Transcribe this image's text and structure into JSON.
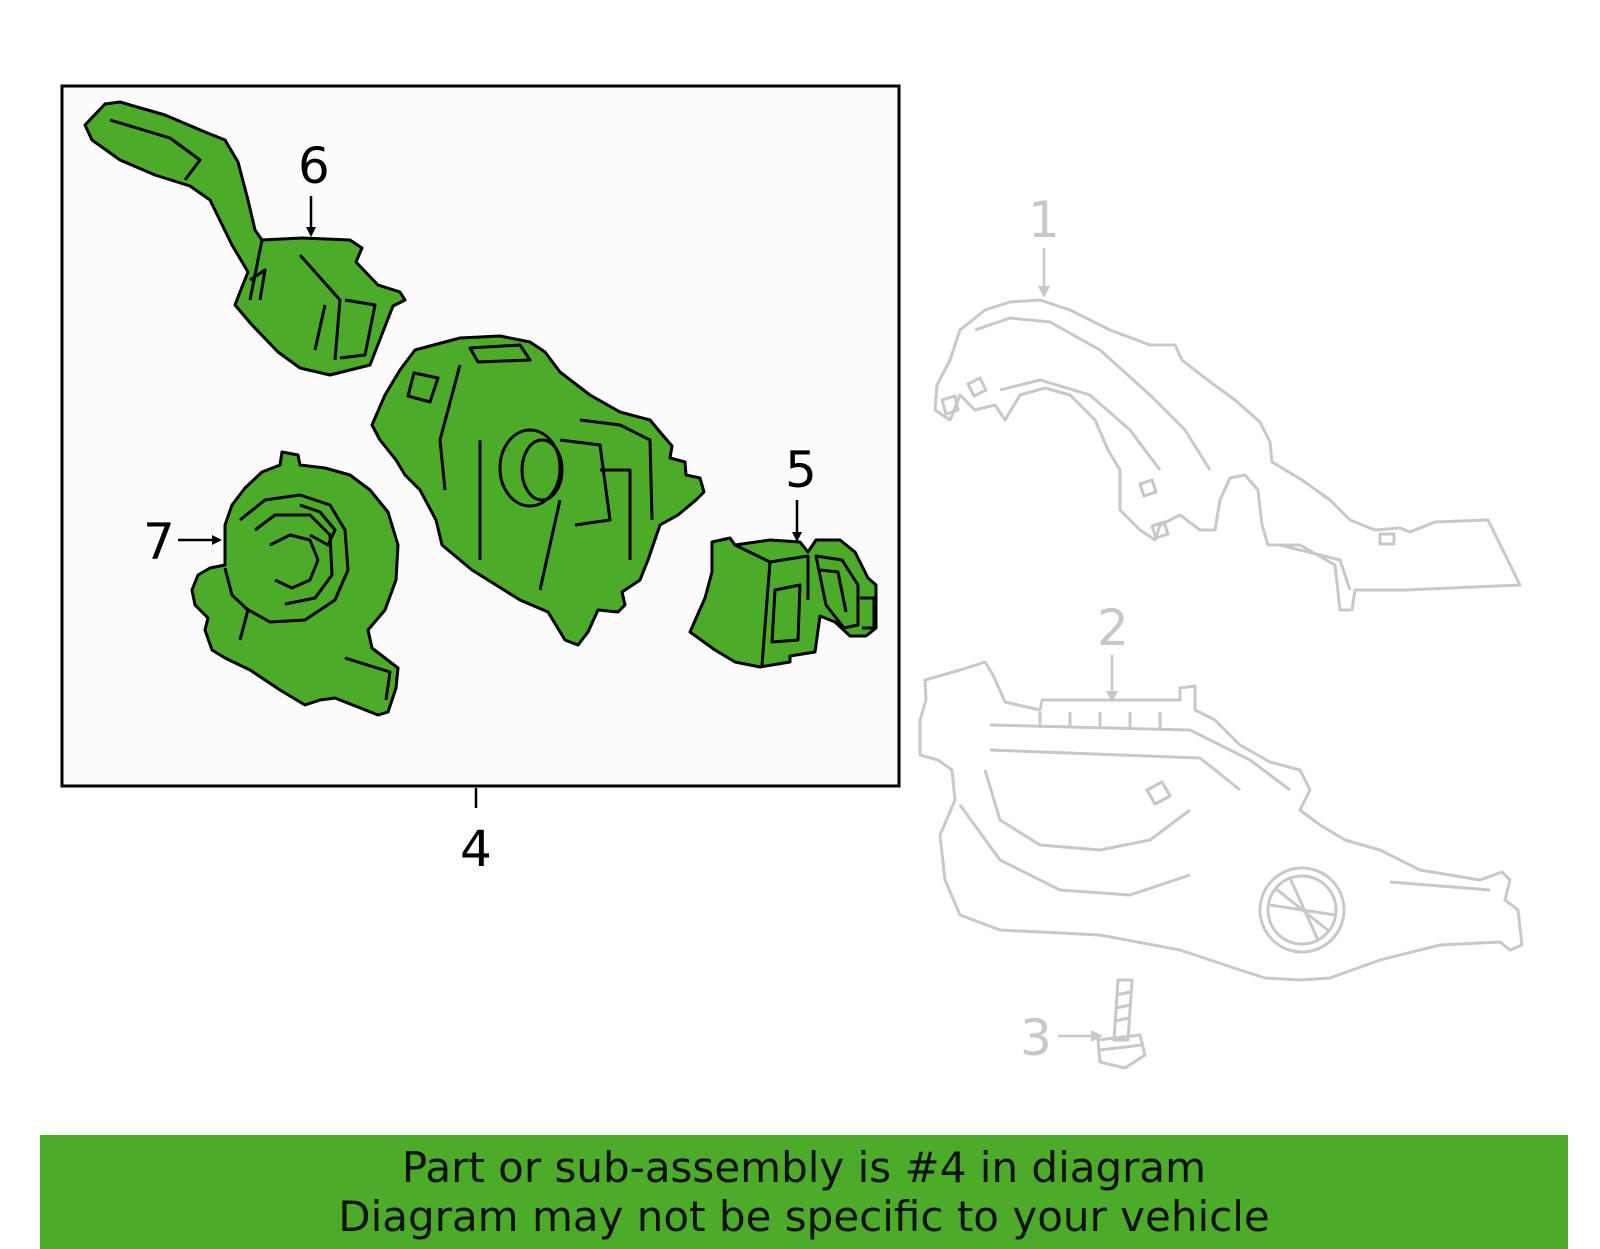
{
  "diagram": {
    "callouts": {
      "c1": "1",
      "c2": "2",
      "c3": "3",
      "c4": "4",
      "c5": "5",
      "c6": "6",
      "c7": "7"
    },
    "colors": {
      "highlight_green": "#4cab29",
      "ghost_gray": "#c8c8c8",
      "box_background": "#fbfbfb",
      "outline": "#000000"
    }
  },
  "banner": {
    "line1": "Part or sub-assembly is #4 in diagram",
    "line2": "Diagram may not be specific to your vehicle"
  }
}
